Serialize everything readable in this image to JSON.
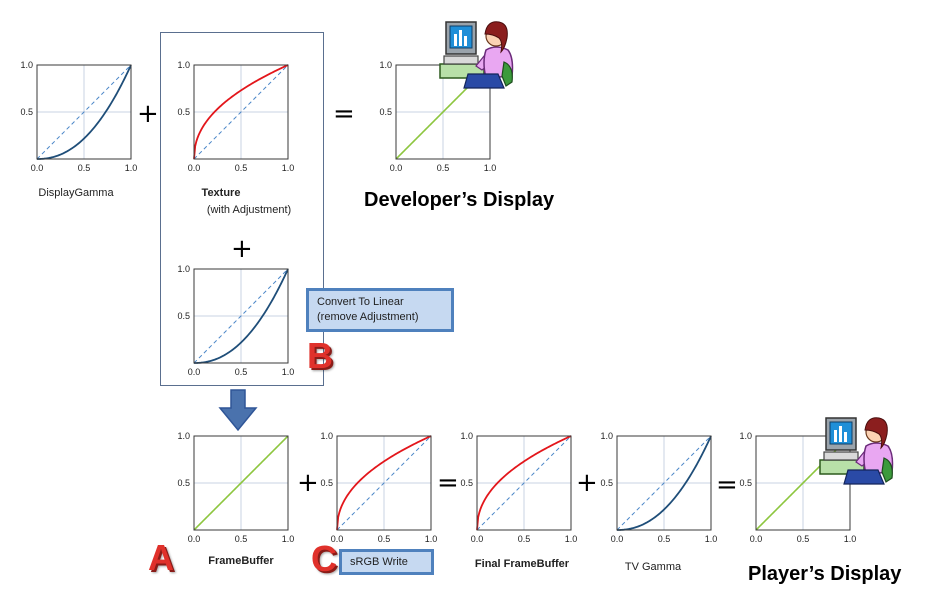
{
  "labels": {
    "display_gamma": "DisplayGamma",
    "texture_title": "Texture",
    "texture_sub": "(with Adjustment)",
    "developer_display": "Developer’s  Display",
    "framebuffer": "FrameBuffer",
    "final_framebuffer": "Final FrameBuffer",
    "tv_gamma": "TV Gamma",
    "player_display": "Player’s Display"
  },
  "operators": {
    "plus": "+",
    "equals": "="
  },
  "notes": {
    "convert_line1": "Convert To Linear",
    "convert_line2": "(remove  Adjustment)",
    "srgb_write": "sRGB Write"
  },
  "badges": {
    "a": "A",
    "b": "B",
    "c": "C"
  },
  "colors": {
    "curve_blue": "#1f4e79",
    "curve_red": "#e3161b",
    "curve_green": "#8dc63f",
    "dashed_ref": "#4a86c8",
    "grid": "#c9d3e3",
    "arrow": "#4a72ad",
    "badge": "#e0312b",
    "note_fill": "#c6d9f1",
    "note_border": "#4f81bd"
  },
  "icons": [
    "computer-user-icon"
  ],
  "chart_data": [
    {
      "name": "display-gamma-chart",
      "type": "line",
      "curve": "gamma",
      "gamma": 2.2,
      "color": "blue",
      "dashed_reference": true,
      "xlim": [
        0,
        1
      ],
      "ylim": [
        0,
        1
      ],
      "xticks": [
        "0.0",
        "0.5",
        "1.0"
      ],
      "yticks": [
        "0.5",
        "1.0"
      ]
    },
    {
      "name": "texture-chart",
      "type": "line",
      "curve": "gamma",
      "gamma": 0.4545,
      "color": "red",
      "dashed_reference": true,
      "xlim": [
        0,
        1
      ],
      "ylim": [
        0,
        1
      ],
      "xticks": [
        "0.0",
        "0.5",
        "1.0"
      ],
      "yticks": [
        "0.5",
        "1.0"
      ]
    },
    {
      "name": "developer-display-chart",
      "type": "line",
      "curve": "linear",
      "gamma": 1,
      "color": "green",
      "dashed_reference": false,
      "xlim": [
        0,
        1
      ],
      "ylim": [
        0,
        1
      ],
      "xticks": [
        "0.0",
        "0.5",
        "1.0"
      ],
      "yticks": [
        "0.5",
        "1.0"
      ]
    },
    {
      "name": "convert-linear-chart",
      "type": "line",
      "curve": "gamma",
      "gamma": 2.2,
      "color": "blue",
      "dashed_reference": true,
      "xlim": [
        0,
        1
      ],
      "ylim": [
        0,
        1
      ],
      "xticks": [
        "0.0",
        "0.5",
        "1.0"
      ],
      "yticks": [
        "0.5",
        "1.0"
      ]
    },
    {
      "name": "framebuffer-chart",
      "type": "line",
      "curve": "linear",
      "gamma": 1,
      "color": "green",
      "dashed_reference": false,
      "xlim": [
        0,
        1
      ],
      "ylim": [
        0,
        1
      ],
      "xticks": [
        "0.0",
        "0.5",
        "1.0"
      ],
      "yticks": [
        "0.5",
        "1.0"
      ]
    },
    {
      "name": "srgb-write-chart",
      "type": "line",
      "curve": "gamma",
      "gamma": 0.4545,
      "color": "red",
      "dashed_reference": true,
      "xlim": [
        0,
        1
      ],
      "ylim": [
        0,
        1
      ],
      "xticks": [
        "0.0",
        "0.5",
        "1.0"
      ],
      "yticks": [
        "0.5",
        "1.0"
      ]
    },
    {
      "name": "final-framebuffer-chart",
      "type": "line",
      "curve": "gamma",
      "gamma": 0.4545,
      "color": "red",
      "dashed_reference": true,
      "xlim": [
        0,
        1
      ],
      "ylim": [
        0,
        1
      ],
      "xticks": [
        "0.0",
        "0.5",
        "1.0"
      ],
      "yticks": [
        "0.5",
        "1.0"
      ]
    },
    {
      "name": "tv-gamma-chart",
      "type": "line",
      "curve": "gamma",
      "gamma": 2.2,
      "color": "blue",
      "dashed_reference": true,
      "xlim": [
        0,
        1
      ],
      "ylim": [
        0,
        1
      ],
      "xticks": [
        "0.0",
        "0.5",
        "1.0"
      ],
      "yticks": [
        "0.5",
        "1.0"
      ]
    },
    {
      "name": "player-display-chart",
      "type": "line",
      "curve": "linear",
      "gamma": 1,
      "color": "green",
      "dashed_reference": false,
      "xlim": [
        0,
        1
      ],
      "ylim": [
        0,
        1
      ],
      "xticks": [
        "0.0",
        "0.5",
        "1.0"
      ],
      "yticks": [
        "0.5",
        "1.0"
      ]
    }
  ]
}
